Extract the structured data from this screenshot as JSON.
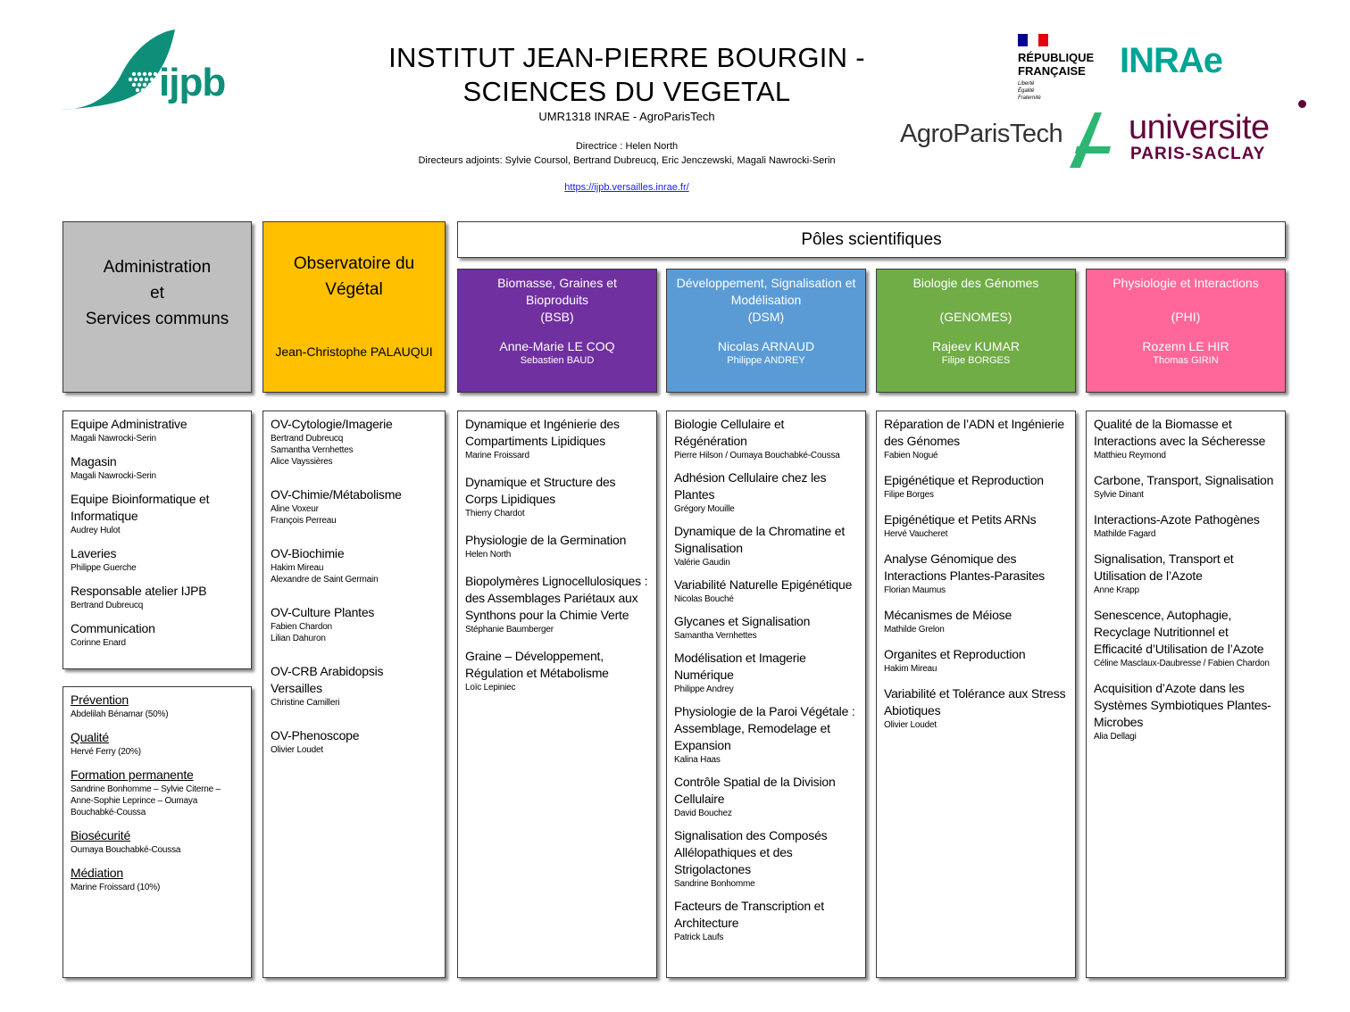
{
  "header": {
    "title_line1": "INSTITUT JEAN-PIERRE BOURGIN -",
    "title_line2": "SCIENCES DU VEGETAL",
    "umr": "UMR1318  INRAE - AgroParisTech",
    "directrice": "Directrice  : Helen North",
    "adjoints": "Directeurs  adjoints:  Sylvie Coursol, Bertrand Dubreucq, Eric  Jenczewski,  Magali  Nawrocki-Serin",
    "url": "https://ijpb.versailles.inrae.fr/"
  },
  "logos": {
    "ijpb": "ijpb",
    "rf_line1": "RÉPUBLIQUE",
    "rf_line2": "FRANÇAISE",
    "rf_motto1": "Liberté",
    "rf_motto2": "Égalité",
    "rf_motto3": "Fraternité",
    "inrae": "INRAe",
    "agro": "AgroParisTech",
    "ups_line1": "universite",
    "ups_line2": "PARIS-SACLAY"
  },
  "colors": {
    "admin": "#bfbfbf",
    "observatoire": "#ffc000",
    "bsb": "#7030a0",
    "dsm": "#5b9bd5",
    "genomes": "#70ad47",
    "phi": "#ff6699",
    "ijpb_green": "#0e8f7a",
    "inrae_teal": "#00a494",
    "agro_green": "#2bb673",
    "ups_purple": "#63003c"
  },
  "admin": {
    "line1": "Administration",
    "line2": "et",
    "line3": "Services communs",
    "items": [
      {
        "title": "Equipe Administrative",
        "sub": "Magali  Nawrocki-Serin"
      },
      {
        "title": "Magasin",
        "sub": "Magali  Nawrocki-Serin"
      },
      {
        "title": "Equipe Bioinformatique et Informatique",
        "sub": "Audrey  Hulot"
      },
      {
        "title": "Laveries",
        "sub": "Philippe  Guerche"
      },
      {
        "title": "Responsable atelier IJPB",
        "sub": "Bertrand  Dubreucq"
      },
      {
        "title": "Communication",
        "sub": "Corinne  Enard"
      }
    ],
    "services": [
      {
        "title": "Prévention",
        "sub": "Abdelilah  Bénamar  (50%)"
      },
      {
        "title": "Qualité",
        "sub": "Hervé Ferry  (20%)"
      },
      {
        "title": "Formation permanente",
        "sub": "Sandrine  Bonhomme  – Sylvie Citerne  – Anne-Sophie  Leprince  – Oumaya  Bouchabké-Coussa"
      },
      {
        "title": "Biosécurité",
        "sub": "Oumaya Bouchabké-Coussa"
      },
      {
        "title": "Médiation",
        "sub": "Marine  Froissard  (10%)"
      }
    ]
  },
  "observatoire": {
    "line1": "Observatoire du",
    "line2": "Végétal",
    "head": "Jean-Christophe PALAUQUI",
    "items": [
      {
        "title": "OV-Cytologie/Imagerie",
        "sub": "Bertrand  Dubreucq\nSamantha  Vernhettes\nAlice Vayssières"
      },
      {
        "title": "OV-Chimie/Métabolisme",
        "sub": "Aline Voxeur\nFrançois  Perreau"
      },
      {
        "title": "OV-Biochimie",
        "sub": "Hakim  Mireau\nAlexandre  de  Saint  Germain"
      },
      {
        "title": "OV-Culture  Plantes",
        "sub": "Fabien  Chardon\nLilian  Dahuron"
      },
      {
        "title": "OV-CRB Arabidopsis Versailles",
        "sub": "Christine  Camilleri"
      },
      {
        "title": "OV-Phenoscope",
        "sub": "Olivier Loudet"
      }
    ]
  },
  "poles": {
    "title": "Pôles scientifiques",
    "list": [
      {
        "name": "Biomasse, Graines et Bioproduits",
        "abbr": "(BSB)",
        "head": "Anne-Marie LE COQ",
        "deputy": "Sebastien  BAUD",
        "items": [
          {
            "title": "Dynamique et Ingénierie des Compartiments Lipidiques",
            "sub": "Marine  Froissard"
          },
          {
            "title": "Dynamique et Structure des Corps Lipidiques",
            "sub": "Thierry  Chardot"
          },
          {
            "title": "Physiologie de la Germination",
            "sub": "Helen North"
          },
          {
            "title": "Biopolymères Lignocellulosiques : des Assemblages Pariétaux aux Synthons pour la Chimie Verte",
            "sub": "Stéphanie  Baumberger"
          },
          {
            "title": "Graine – Développement, Régulation et Métabolisme",
            "sub": "Loïc Lepiniec"
          }
        ]
      },
      {
        "name": "Développement, Signalisation et Modélisation",
        "abbr": "(DSM)",
        "head": "Nicolas ARNAUD",
        "deputy": "Philippe  ANDREY",
        "items": [
          {
            "title": "Biologie Cellulaire et Régénération",
            "sub": "Pierre  Hilson / Oumaya Bouchabké-Coussa"
          },
          {
            "title": "Adhésion Cellulaire chez les Plantes",
            "sub": "Grégory  Mouille"
          },
          {
            "title": "Dynamique de la Chromatine  et Signalisation",
            "sub": "Valérie  Gaudin"
          },
          {
            "title": "Variabilité Naturelle Epigénétique",
            "sub": "Nicolas  Bouché"
          },
          {
            "title": "Glycanes et Signalisation",
            "sub": "Samantha  Vernhettes"
          },
          {
            "title": "Modélisation et Imagerie Numérique",
            "sub": "Philippe  Andrey"
          },
          {
            "title": "Physiologie de la Paroi Végétale : Assemblage, Remodelage et Expansion",
            "sub": "Kalina  Haas"
          },
          {
            "title": "Contrôle Spatial de la Division Cellulaire",
            "sub": "David Bouchez"
          },
          {
            "title": "Signalisation des Composés Allélopathiques et des Strigolactones",
            "sub": "Sandrine  Bonhomme"
          },
          {
            "title": "Facteurs de Transcription et Architecture",
            "sub": "Patrick  Laufs"
          }
        ]
      },
      {
        "name": "Biologie des Génomes",
        "abbr": "(GENOMES)",
        "head": "Rajeev KUMAR",
        "deputy": "Filipe  BORGES",
        "items": [
          {
            "title": "Réparation de l’ADN et Ingénierie des Génomes",
            "sub": "Fabien  Nogué"
          },
          {
            "title": "Epigénétique et Reproduction",
            "sub": "Filipe  Borges"
          },
          {
            "title": "Epigénétique et Petits ARNs",
            "sub": "Hervé Vaucheret"
          },
          {
            "title": "Analyse Génomique des Interactions Plantes-Parasites",
            "sub": "Florian  Maumus"
          },
          {
            "title": "Mécanismes de Méiose",
            "sub": "Mathilde  Grelon"
          },
          {
            "title": "Organites et Reproduction",
            "sub": "Hakim  Mireau"
          },
          {
            "title": "Variabilité et Tolérance aux Stress Abiotiques",
            "sub": "Olivier Loudet"
          }
        ]
      },
      {
        "name": "Physiologie et Interactions",
        "abbr": "(PHI)",
        "head": "Rozenn LE HIR",
        "deputy": "Thomas  GIRIN",
        "items": [
          {
            "title": "Qualité de la Biomasse et Interactions avec la Sécheresse",
            "sub": "Matthieu  Reymond"
          },
          {
            "title": "Carbone, Transport, Signalisation",
            "sub": "Sylvie Dinant"
          },
          {
            "title": "Interactions-Azote Pathogènes",
            "sub": "Mathilde  Fagard"
          },
          {
            "title": "Signalisation, Transport et Utilisation de l’Azote",
            "sub": "Anne  Krapp"
          },
          {
            "title": "Senescence, Autophagie, Recyclage Nutritionnel et Efficacité d’Utilisation de l’Azote",
            "sub": "Céline  Masclaux-Daubresse  /  Fabien  Chardon"
          },
          {
            "title": "Acquisition d’Azote dans les Systèmes Symbiotiques Plantes-Microbes",
            "sub": "Alia Dellagi"
          }
        ]
      }
    ]
  }
}
